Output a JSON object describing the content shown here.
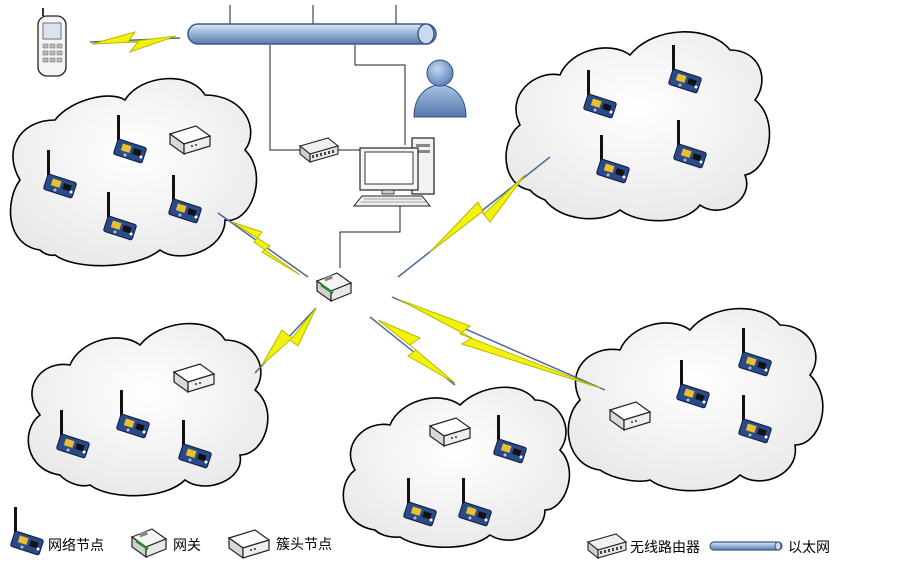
{
  "legend": {
    "network_node": "网络节点",
    "gateway": "网关",
    "cluster_head": "簇头节点",
    "wireless_router": "无线路由器",
    "ethernet": "以太网"
  },
  "colors": {
    "lightning": "#f2f20a",
    "lightning_stroke": "#b8b800",
    "wire": "#222222",
    "radio_link": "#4a6a9a",
    "ethernet_pipe": "#9bb7d9",
    "ethernet_pipe_edge": "#3a5a8a",
    "cloud_fill": "#f2f2f2",
    "cloud_stroke": "#000000",
    "board": "#2a4a8a",
    "user_figure": "#6f8fbf"
  },
  "icons": {
    "network_node": "sensor-board-icon",
    "gateway": "gateway-icon",
    "cluster_head": "cluster-head-icon",
    "wireless_router": "router-switch-icon",
    "ethernet": "ethernet-pipe-icon",
    "phone": "mobile-phone-icon",
    "user": "user-icon",
    "computer": "desktop-computer-icon"
  }
}
